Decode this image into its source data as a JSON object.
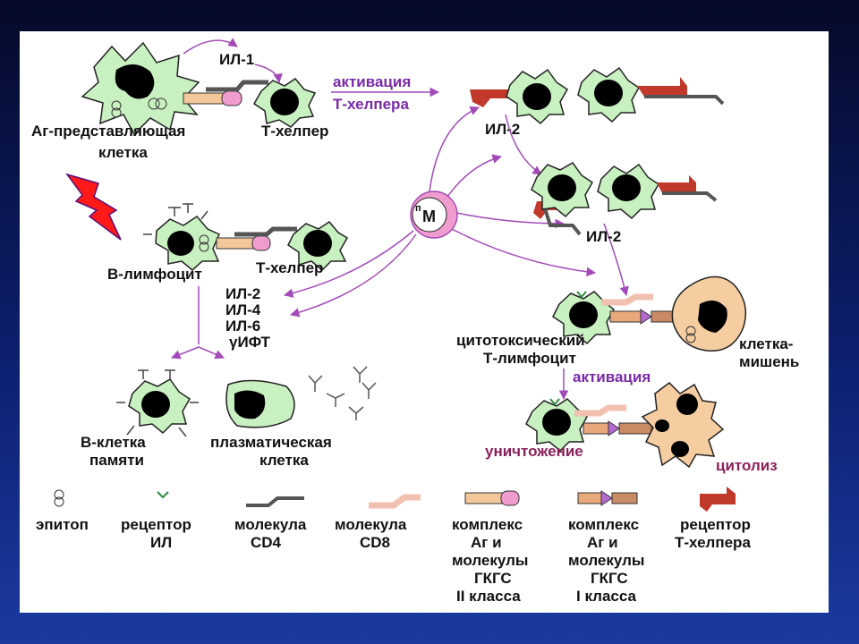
{
  "labels": {
    "il1": "ИЛ-1",
    "activation_top_1": "активация",
    "activation_top_2": "Т-хелпера",
    "il2_top": "ИЛ-2",
    "apc_1": "Аг-представляющая",
    "apc_2": "клетка",
    "t_helper_top": "Т-хелпер",
    "macrophage": "M",
    "macrophage_prefix": "п",
    "il2_right": "ИЛ-2",
    "b_lymphocyte": "В-лимфоцит",
    "t_helper_mid": "Т-хелпер",
    "cytokines": [
      "ИЛ-2",
      "ИЛ-4",
      "ИЛ-6",
      "γИФТ"
    ],
    "ctl_1": "цитотоксический",
    "ctl_2": "Т-лимфоцит",
    "target_1": "клетка-",
    "target_2": "мишень",
    "activation_bottom": "активация",
    "destruction": "уничтожение",
    "cytolysis": "цитолиз",
    "memory_1": "В-клетка",
    "memory_2": "памяти",
    "plasma_1": "плазматическая",
    "plasma_2": "клетка"
  },
  "legend": [
    {
      "icon": "epitope-icon",
      "lines": [
        "эпитоп"
      ]
    },
    {
      "icon": "il-receptor-icon",
      "lines": [
        "рецептор",
        "ИЛ"
      ]
    },
    {
      "icon": "cd4-icon",
      "lines": [
        "молекула",
        "CD4"
      ]
    },
    {
      "icon": "cd8-icon",
      "lines": [
        "молекула",
        "CD8"
      ]
    },
    {
      "icon": "mhc2-complex-icon",
      "lines": [
        "комплекс",
        "Аг и",
        "молекулы",
        "ГКГС",
        "II класса"
      ]
    },
    {
      "icon": "mhc1-complex-icon",
      "lines": [
        "комплекс",
        "Аг и",
        "молекулы",
        "ГКГС",
        "I класса"
      ]
    },
    {
      "icon": "t-helper-receptor-icon",
      "lines": [
        "рецептор",
        "Т-хелпера"
      ]
    }
  ],
  "colors": {
    "arrow": "#a24bb8",
    "cell_fill": "#c8f0c0",
    "target_fill": "#f6cda0",
    "nucleus": "#000000",
    "receptor_red": "#c0392b",
    "lightning": "#ff1a1a"
  }
}
